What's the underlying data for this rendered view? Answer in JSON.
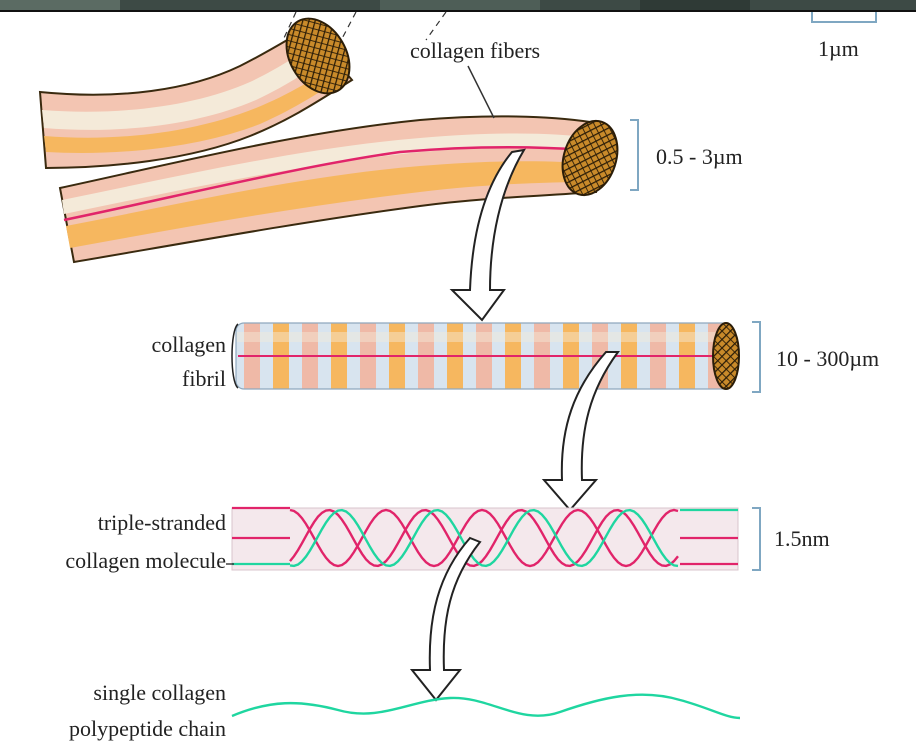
{
  "colors": {
    "fiber_orange": "#f6b75f",
    "fiber_pink": "#f3c5b2",
    "fiber_cream": "#f4ead9",
    "fibril_blue": "#d8e4ef",
    "fibril_pink": "#efb9a7",
    "strand_magenta": "#e1246a",
    "strand_green": "#1fd6a0",
    "scale_blue": "#7fa7c2",
    "dark_brown": "#3a2a0f"
  },
  "labels": {
    "scale_bar": "1µm",
    "collagen_fibers": "collagen fibers",
    "fiber_diameter": "0.5 - 3µm",
    "fibril_line1": "collagen",
    "fibril_line2": "fibril",
    "fibril_diameter": "10 - 300µm",
    "molecule_line1": "triple-stranded",
    "molecule_line2": "collagen molecule",
    "molecule_diameter": "1.5nm",
    "chain_line1": "single collagen",
    "chain_line2": "polypeptide chain"
  }
}
